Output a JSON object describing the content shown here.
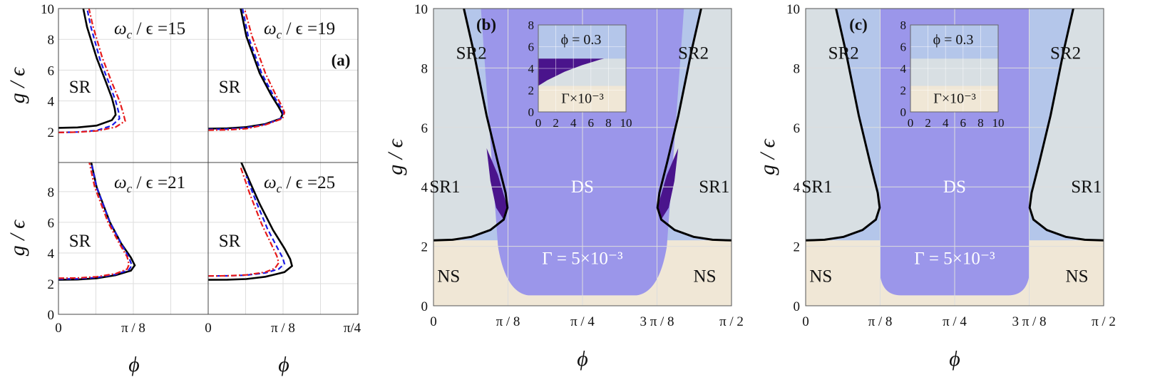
{
  "colors": {
    "sr": "#d8dfe3",
    "sr2": "#b4c6ea",
    "ds": "#9b96ea",
    "ns": "#f0e7d6",
    "dark": "#4a148c",
    "black_curve": "#000000",
    "blue_curve": "#1a1ae6",
    "red_curve": "#e61a1a",
    "grid": "#dddddd"
  },
  "chart_data": [
    {
      "type": "line",
      "tag": "(a)",
      "xlabel": "ϕ",
      "ylabel": "g / ϵ",
      "xlim": [
        0,
        0.785398
      ],
      "ylim": [
        0,
        10
      ],
      "x_ticks": [
        {
          "v": 0,
          "t": "0"
        },
        {
          "v": 0.392699,
          "t": "π / 8"
        },
        {
          "v": 0.785398,
          "t": "π/4"
        }
      ],
      "y_ticks_top": [
        {
          "v": 2,
          "t": "2"
        },
        {
          "v": 4,
          "t": "4"
        },
        {
          "v": 6,
          "t": "6"
        },
        {
          "v": 8,
          "t": "8"
        },
        {
          "v": 10,
          "t": "10"
        }
      ],
      "y_ticks_bottom": [
        {
          "v": 0,
          "t": "0"
        },
        {
          "v": 2,
          "t": "2"
        },
        {
          "v": 4,
          "t": "4"
        },
        {
          "v": 6,
          "t": "6"
        },
        {
          "v": 8,
          "t": "8"
        }
      ],
      "panels": [
        {
          "title": "ω_c / ϵ =15",
          "region_label": "SR",
          "series": [
            {
              "style": "solid",
              "x": [
                0,
                0.1,
                0.2,
                0.28,
                0.3,
                0.295,
                0.28,
                0.25,
                0.2,
                0.15,
                0.13
              ],
              "y": [
                2.25,
                2.28,
                2.4,
                2.75,
                3.1,
                3.5,
                4.2,
                5.2,
                6.8,
                8.8,
                10
              ]
            },
            {
              "style": "dashed",
              "x": [
                0,
                0.1,
                0.2,
                0.28,
                0.32,
                0.315,
                0.3,
                0.27,
                0.22,
                0.17,
                0.15
              ],
              "y": [
                1.95,
                1.98,
                2.08,
                2.4,
                2.85,
                3.3,
                4.0,
                5.0,
                6.6,
                8.8,
                10
              ]
            },
            {
              "style": "dashdot",
              "x": [
                0,
                0.1,
                0.2,
                0.3,
                0.35,
                0.34,
                0.32,
                0.28,
                0.23,
                0.18,
                0.16
              ],
              "y": [
                1.95,
                1.97,
                2.05,
                2.3,
                2.7,
                3.2,
                4.0,
                5.2,
                6.8,
                8.9,
                10
              ]
            }
          ]
        },
        {
          "title": "ω_c / ϵ =19",
          "region_label": "SR",
          "series": [
            {
              "style": "solid",
              "x": [
                0,
                0.1,
                0.2,
                0.3,
                0.38,
                0.39,
                0.37,
                0.33,
                0.27,
                0.2,
                0.17
              ],
              "y": [
                2.2,
                2.22,
                2.3,
                2.5,
                2.85,
                3.15,
                3.6,
                4.4,
                5.8,
                8.2,
                10
              ]
            },
            {
              "style": "dashed",
              "x": [
                0,
                0.1,
                0.2,
                0.3,
                0.38,
                0.395,
                0.38,
                0.34,
                0.28,
                0.21,
                0.18
              ],
              "y": [
                2.15,
                2.17,
                2.26,
                2.47,
                2.85,
                3.2,
                3.6,
                4.4,
                5.8,
                8.2,
                10
              ]
            },
            {
              "style": "dashdot",
              "x": [
                0,
                0.1,
                0.2,
                0.3,
                0.39,
                0.4,
                0.385,
                0.35,
                0.3,
                0.23,
                0.19
              ],
              "y": [
                2.1,
                2.12,
                2.2,
                2.45,
                2.85,
                3.25,
                3.7,
                4.5,
                5.8,
                8.2,
                10
              ]
            }
          ]
        },
        {
          "title": "ω_c / ϵ =21",
          "region_label": "SR",
          "series": [
            {
              "style": "solid",
              "x": [
                0,
                0.1,
                0.2,
                0.3,
                0.38,
                0.4,
                0.38,
                0.33,
                0.27,
                0.2,
                0.17
              ],
              "y": [
                2.25,
                2.27,
                2.35,
                2.55,
                2.85,
                3.2,
                3.7,
                4.6,
                6.0,
                8.3,
                10
              ]
            },
            {
              "style": "dashed",
              "x": [
                0,
                0.1,
                0.2,
                0.3,
                0.37,
                0.385,
                0.37,
                0.33,
                0.27,
                0.2,
                0.17
              ],
              "y": [
                2.3,
                2.32,
                2.4,
                2.6,
                2.9,
                3.2,
                3.7,
                4.6,
                6.0,
                8.3,
                10
              ]
            },
            {
              "style": "dashdot",
              "x": [
                0,
                0.1,
                0.2,
                0.3,
                0.36,
                0.37,
                0.36,
                0.32,
                0.26,
                0.19,
                0.16
              ],
              "y": [
                2.35,
                2.37,
                2.45,
                2.65,
                2.95,
                3.25,
                3.75,
                4.6,
                6.0,
                8.3,
                10
              ]
            }
          ]
        },
        {
          "title": "ω_c / ϵ =25",
          "region_label": "SR",
          "series": [
            {
              "style": "solid",
              "x": [
                0,
                0.1,
                0.2,
                0.3,
                0.4,
                0.44,
                0.43,
                0.4,
                0.34,
                0.27,
                0.22,
                0.17
              ],
              "y": [
                2.25,
                2.26,
                2.3,
                2.45,
                2.75,
                3.15,
                3.6,
                4.3,
                5.5,
                7.2,
                8.6,
                10
              ]
            },
            {
              "style": "dashed",
              "x": [
                0,
                0.1,
                0.2,
                0.3,
                0.37,
                0.4,
                0.39,
                0.36,
                0.31,
                0.25,
                0.2
              ],
              "y": [
                2.5,
                2.51,
                2.55,
                2.7,
                2.95,
                3.3,
                3.7,
                4.4,
                5.6,
                7.4,
                9.0
              ]
            },
            {
              "style": "dashdot",
              "x": [
                0,
                0.1,
                0.2,
                0.3,
                0.35,
                0.37,
                0.36,
                0.33,
                0.28,
                0.22,
                0.17
              ],
              "y": [
                2.5,
                2.51,
                2.57,
                2.75,
                3.0,
                3.35,
                3.8,
                4.6,
                5.9,
                7.8,
                9.6
              ]
            }
          ]
        }
      ]
    },
    {
      "type": "area",
      "tag": "(b)",
      "xlabel": "ϕ",
      "ylabel": "g / ϵ",
      "xlim": [
        0,
        1.570796
      ],
      "ylim": [
        0,
        10
      ],
      "x_ticks": [
        {
          "v": 0,
          "t": "0"
        },
        {
          "v": 0.392699,
          "t": "π / 8"
        },
        {
          "v": 0.785398,
          "t": "π / 4"
        },
        {
          "v": 1.178097,
          "t": "3 π / 8"
        },
        {
          "v": 1.570796,
          "t": "π / 2"
        }
      ],
      "y_ticks": [
        {
          "v": 0,
          "t": "0"
        },
        {
          "v": 2,
          "t": "2"
        },
        {
          "v": 4,
          "t": "4"
        },
        {
          "v": 6,
          "t": "6"
        },
        {
          "v": 8,
          "t": "8"
        },
        {
          "v": 10,
          "t": "10"
        }
      ],
      "labels": [
        {
          "text": "SR2",
          "x": 0.2,
          "y": 8.5
        },
        {
          "text": "SR2",
          "x": 1.37,
          "y": 8.5
        },
        {
          "text": "SR1",
          "x": 0.06,
          "y": 4.0
        },
        {
          "text": "SR1",
          "x": 1.48,
          "y": 4.0
        },
        {
          "text": "DS",
          "x": 0.785,
          "y": 4.0
        },
        {
          "text": "NS",
          "x": 0.08,
          "y": 1.0
        },
        {
          "text": "NS",
          "x": 1.43,
          "y": 1.0
        },
        {
          "text": "Γ = 5×10⁻³",
          "x": 0.785,
          "y": 1.6
        }
      ],
      "boundary_left": {
        "x": [
          0,
          0.1,
          0.2,
          0.3,
          0.37,
          0.39,
          0.38,
          0.34,
          0.28,
          0.21,
          0.16
        ],
        "y": [
          2.2,
          2.22,
          2.32,
          2.55,
          2.9,
          3.3,
          3.8,
          4.8,
          6.4,
          8.6,
          10
        ]
      },
      "boundary_right": {
        "x": [
          1.570796,
          1.470796,
          1.370796,
          1.270796,
          1.200796,
          1.180796,
          1.190796,
          1.230796,
          1.290796,
          1.360796,
          1.410796
        ],
        "y": [
          2.2,
          2.22,
          2.32,
          2.55,
          2.9,
          3.3,
          3.8,
          4.8,
          6.4,
          8.6,
          10
        ]
      },
      "inset": {
        "title": "ϕ = 0.3",
        "label": "Γ×10⁻³",
        "xlim": [
          0,
          10
        ],
        "ylim": [
          0,
          8
        ],
        "x_ticks": [
          "0",
          "2",
          "4",
          "6",
          "8",
          "10"
        ],
        "y_ticks": [
          "0",
          "2",
          "4",
          "6",
          "8"
        ],
        "ns_top": 2.4,
        "mid_top": 4.9,
        "dark_curve": {
          "x": [
            0,
            1,
            2,
            3,
            4,
            5,
            6,
            7,
            7.5
          ],
          "y": [
            2.4,
            2.9,
            3.3,
            3.7,
            4.0,
            4.3,
            4.55,
            4.8,
            4.9
          ]
        }
      }
    },
    {
      "type": "area",
      "tag": "(c)",
      "xlabel": "ϕ",
      "ylabel": "g / ϵ",
      "xlim": [
        0,
        1.570796
      ],
      "ylim": [
        0,
        10
      ],
      "x_ticks": [
        {
          "v": 0,
          "t": "0"
        },
        {
          "v": 0.392699,
          "t": "π / 8"
        },
        {
          "v": 0.785398,
          "t": "π / 4"
        },
        {
          "v": 1.178097,
          "t": "3 π / 8"
        },
        {
          "v": 1.570796,
          "t": "π / 2"
        }
      ],
      "y_ticks": [
        {
          "v": 0,
          "t": "0"
        },
        {
          "v": 2,
          "t": "2"
        },
        {
          "v": 4,
          "t": "4"
        },
        {
          "v": 6,
          "t": "6"
        },
        {
          "v": 8,
          "t": "8"
        },
        {
          "v": 10,
          "t": "10"
        }
      ],
      "labels": [
        {
          "text": "SR2",
          "x": 0.2,
          "y": 8.5
        },
        {
          "text": "SR2",
          "x": 1.37,
          "y": 8.5
        },
        {
          "text": "SR1",
          "x": 0.06,
          "y": 4.0
        },
        {
          "text": "SR1",
          "x": 1.48,
          "y": 4.0
        },
        {
          "text": "DS",
          "x": 0.785,
          "y": 4.0
        },
        {
          "text": "NS",
          "x": 0.08,
          "y": 1.0
        },
        {
          "text": "NS",
          "x": 1.43,
          "y": 1.0
        },
        {
          "text": "Γ = 5×10⁻³",
          "x": 0.785,
          "y": 1.6
        }
      ],
      "boundary_left": {
        "x": [
          0,
          0.1,
          0.2,
          0.3,
          0.37,
          0.39,
          0.38,
          0.34,
          0.28,
          0.21,
          0.16
        ],
        "y": [
          2.2,
          2.22,
          2.32,
          2.55,
          2.9,
          3.3,
          3.8,
          4.8,
          6.4,
          8.6,
          10
        ]
      },
      "boundary_right": {
        "x": [
          1.570796,
          1.470796,
          1.370796,
          1.270796,
          1.200796,
          1.180796,
          1.190796,
          1.230796,
          1.290796,
          1.360796,
          1.410796
        ],
        "y": [
          2.2,
          2.22,
          2.32,
          2.55,
          2.9,
          3.3,
          3.8,
          4.8,
          6.4,
          8.6,
          10
        ]
      },
      "inset": {
        "title": "ϕ = 0.3",
        "label": "Γ×10⁻³",
        "xlim": [
          0,
          10
        ],
        "ylim": [
          0,
          8
        ],
        "x_ticks": [
          "0",
          "2",
          "4",
          "6",
          "8",
          "10"
        ],
        "y_ticks": [
          "0",
          "2",
          "4",
          "6",
          "8"
        ],
        "ns_top": 2.4,
        "mid_top": 4.9
      }
    }
  ]
}
